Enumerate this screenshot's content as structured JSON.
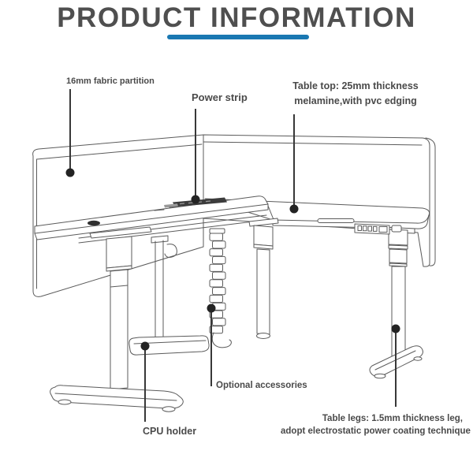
{
  "title": "PRODUCT INFORMATION",
  "accent": {
    "underline_color": "#1a78b2"
  },
  "colors": {
    "label_text": "#4a4a4a",
    "callout_line": "#383838",
    "drawing_line": "#5b5b5b"
  },
  "labels": {
    "fabric_partition": "16mm fabric partition",
    "power_strip": "Power strip",
    "table_top_line1": "Table top: 25mm thickness",
    "table_top_line2": "melamine,with pvc edging",
    "optional_accessories": "Optional accessories",
    "cpu_holder": "CPU holder",
    "table_legs_line1": "Table legs: 1.5mm thickness leg,",
    "table_legs_line2": "adopt electrostatic power coating technique"
  }
}
